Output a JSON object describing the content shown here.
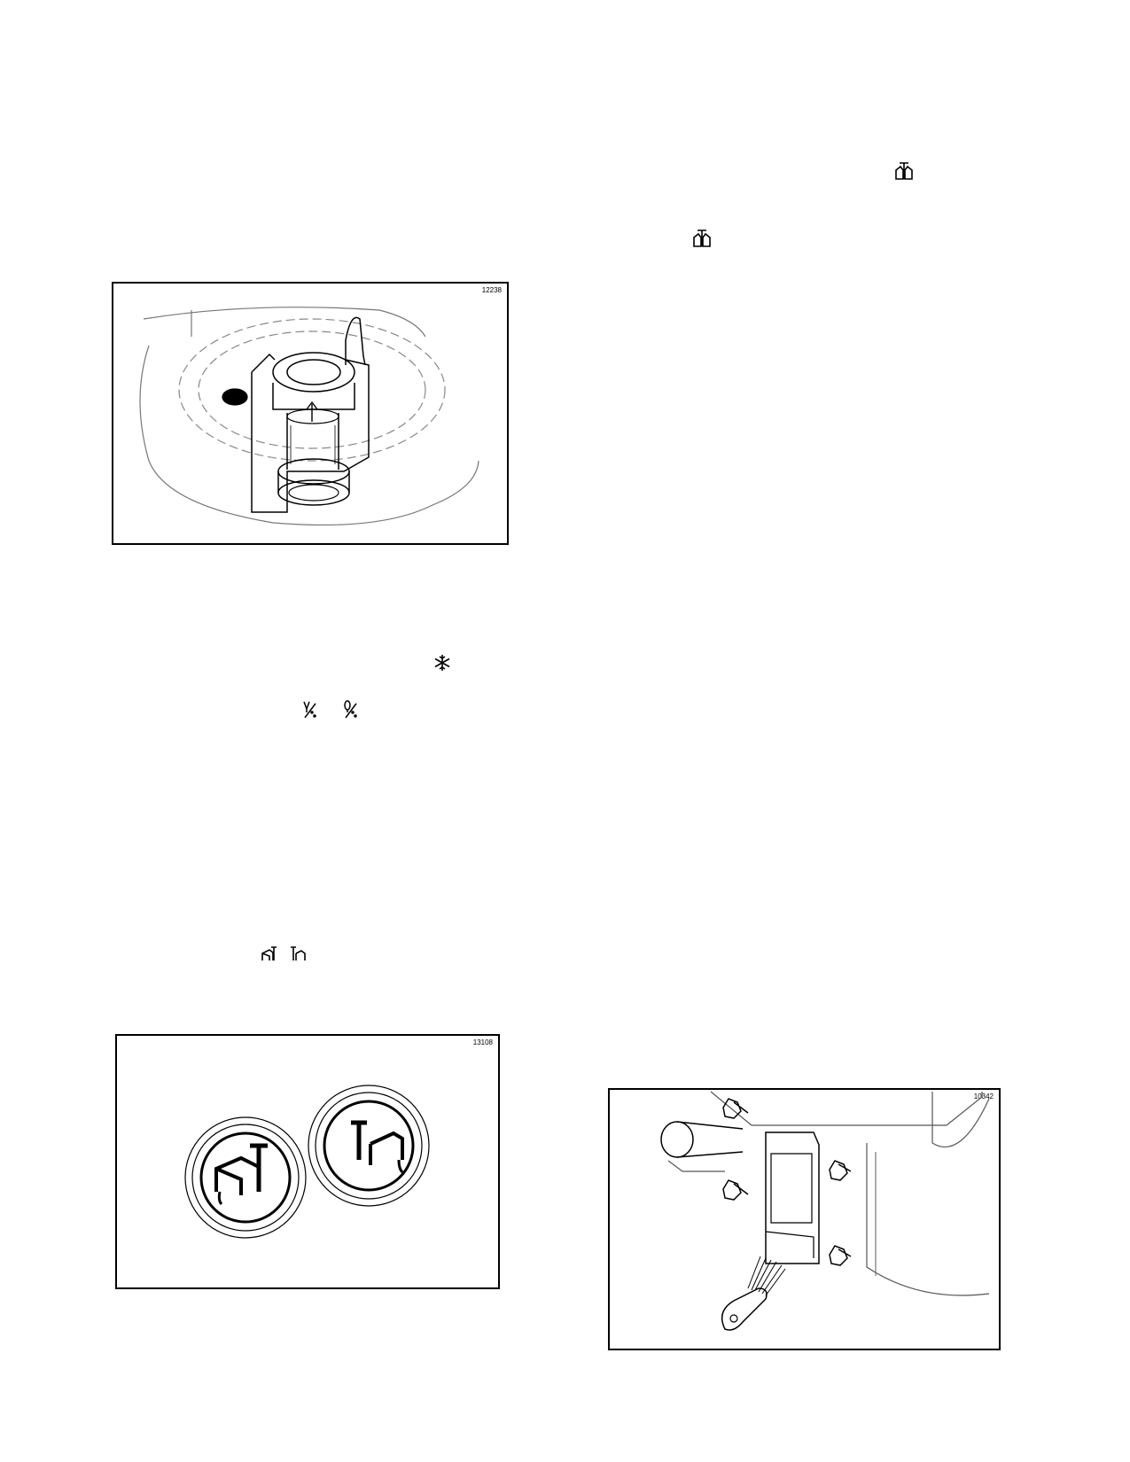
{
  "figures": [
    {
      "id": "12238",
      "subject": "draw-valve-spout-assembly"
    },
    {
      "id": "13108",
      "subject": "control-panel-buttons"
    },
    {
      "id": "10342",
      "subject": "freezer-door-brush-cleaning"
    }
  ],
  "inline_symbols": [
    "snowflake-icon",
    "cold-product-left-icon",
    "cold-product-right-icon",
    "prime-left-icon",
    "prime-right-icon",
    "pump-icon-upper",
    "pump-icon-lower"
  ],
  "colors": {
    "ink": "#000000",
    "paper": "#ffffff",
    "light_ink": "#888888"
  }
}
